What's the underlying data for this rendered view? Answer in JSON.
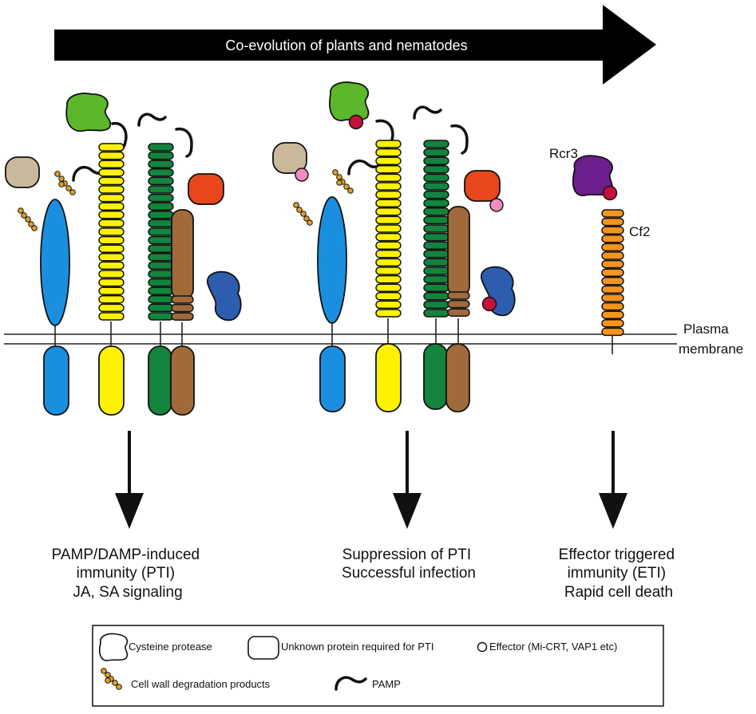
{
  "banner": {
    "text": "Co-evolution of plants and nematodes"
  },
  "labels": {
    "plasma": "Plasma",
    "membrane": "membrane",
    "rcr3": "Rcr3",
    "cf2": "Cf2"
  },
  "outcomes": [
    {
      "lines": [
        "PAMP/DAMP-induced",
        "immunity (PTI)",
        "JA, SA signaling"
      ]
    },
    {
      "lines": [
        "Suppression of PTI",
        "Successful infection"
      ]
    },
    {
      "lines": [
        "Effector triggered",
        "immunity (ETI)",
        "Rapid cell death"
      ]
    }
  ],
  "legend": {
    "cysteine_protease": "Cysteine protease",
    "unknown_protein": "Unknown protein required for PTI",
    "effector": "Effector (Mi-CRT, VAP1 etc)",
    "cell_wall": "Cell wall degradation products",
    "pamp": "PAMP"
  },
  "colors": {
    "blue": "#1a8fe0",
    "yellow": "#fff200",
    "green": "#12843c",
    "brown": "#a06a3a",
    "tan": "#c9b89a",
    "lime": "#5cb82a",
    "red_orange": "#e8461b",
    "dark_blue": "#2e5db0",
    "purple": "#6b1e8c",
    "crimson": "#c4103a",
    "pink": "#f08cc0",
    "orange": "#f7941d",
    "beads": "#e0a020"
  }
}
